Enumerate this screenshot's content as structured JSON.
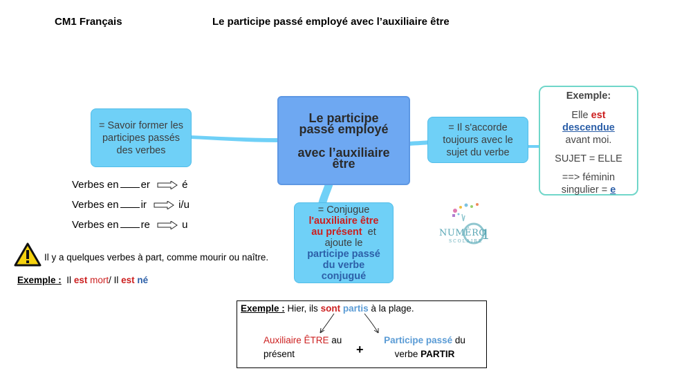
{
  "header": {
    "subject": "CM1 Français",
    "title": "Le participe passé employé avec l’auxiliaire être"
  },
  "center_node": {
    "line1": "Le participe",
    "line2": "passé employé",
    "line3": "avec l’auxiliaire",
    "line4": "être"
  },
  "left_node": {
    "text": "= Savoir former les participes passés des verbes"
  },
  "right_node": {
    "text": "= Il s'accorde toujours avec le sujet du verbe"
  },
  "bottom_node": {
    "l1": "= Conjugue",
    "l2": "l'auxiliaire être",
    "l3": "au présent",
    "l4": "et",
    "l5": "ajoute le",
    "l6": "participe passé",
    "l7": "du verbe",
    "l8": "conjugué"
  },
  "example_box": {
    "heading": "Exemple:",
    "s1": "Elle",
    "s2": "est",
    "s3": "descendue",
    "s4": "avant moi.",
    "subject_line": "SUJET = ELLE",
    "rule1": "==> féminin",
    "rule2_prefix": "singulier =",
    "rule2_e": "e"
  },
  "verbs": [
    {
      "start": "Verbes en",
      "ending": "er",
      "result": "é"
    },
    {
      "start": "Verbes en",
      "ending": "ir",
      "result": "i/u"
    },
    {
      "start": "Verbes en",
      "ending": "re",
      "result": "u"
    }
  ],
  "warning": {
    "text": "Il y a quelques verbes à part, comme mourir ou naître."
  },
  "example_left": {
    "label": "Exemple :",
    "il1": "Il",
    "est1": "est",
    "mort": "mort",
    "slash": "/ Il",
    "est2": "est",
    "ne": "né"
  },
  "example_bottom": {
    "label": "Exemple :",
    "pre": "Hier, ils",
    "sont": "sont",
    "partis": "partis",
    "post": "à la plage.",
    "aux1": "Auxiliaire ÊTRE",
    "aux2": "au",
    "aux3": "présent",
    "plus": "+",
    "pp1": "Participe passé",
    "pp2": "du",
    "pp3": "verbe",
    "pp4": "PARTIR"
  },
  "logo": {
    "text1": "NUMÉRO",
    "text2": "SCOLAIRE",
    "digit": "1"
  },
  "colors": {
    "center_fill": "#6ea8f2",
    "node_fill": "#6fd0f7",
    "example_border": "#6fd6c9",
    "red": "#cc1f1f",
    "blue": "#2c5fa8",
    "warning_yellow": "#f5d20f"
  }
}
